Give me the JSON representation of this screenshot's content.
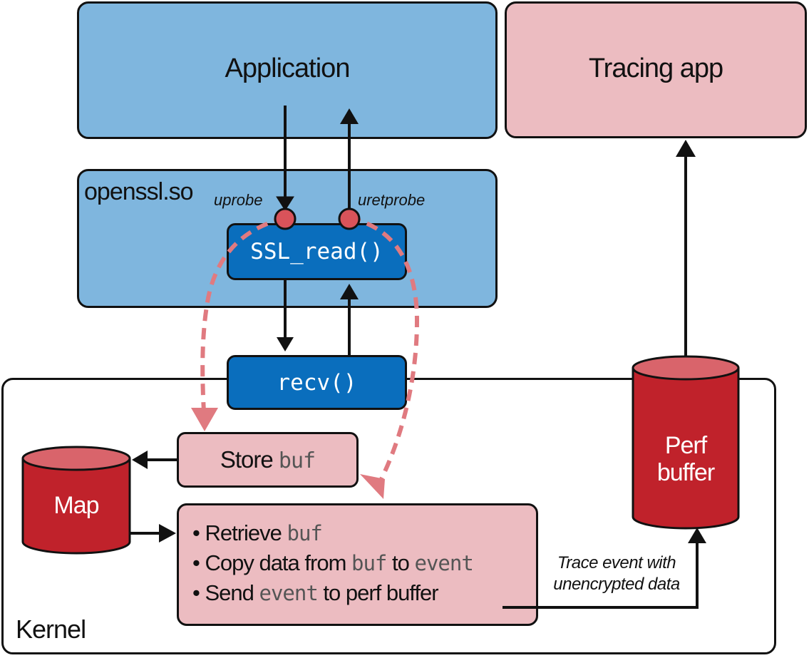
{
  "diagram": {
    "application": {
      "label": "Application"
    },
    "tracing_app": {
      "label": "Tracing app"
    },
    "openssl": {
      "label": "openssl.so"
    },
    "probes": {
      "uprobe": "uprobe",
      "uretprobe": "uretprobe"
    },
    "ssl_read": {
      "label": "SSL_read()"
    },
    "recv": {
      "label": "recv()"
    },
    "kernel": {
      "label": "Kernel"
    },
    "map": {
      "label": "Map"
    },
    "perf_buffer": {
      "line1": "Perf",
      "line2": "buffer"
    },
    "store_buf": {
      "text": "Store",
      "code": "buf"
    },
    "steps": [
      {
        "bullet": "•",
        "parts": [
          {
            "t": "Retrieve ",
            "code": false
          },
          {
            "t": "buf",
            "code": true
          }
        ]
      },
      {
        "bullet": "•",
        "parts": [
          {
            "t": "Copy data from ",
            "code": false
          },
          {
            "t": "buf",
            "code": true
          },
          {
            "t": " to ",
            "code": false
          },
          {
            "t": "event",
            "code": true
          }
        ]
      },
      {
        "bullet": "•",
        "parts": [
          {
            "t": "Send ",
            "code": false
          },
          {
            "t": "event",
            "code": true
          },
          {
            "t": " to perf buffer",
            "code": false
          }
        ]
      }
    ],
    "trace_event_label": {
      "line1": "Trace event with",
      "line2": "unencrypted data"
    },
    "colors": {
      "app_blue": "#7fb6de",
      "func_blue": "#0a6ebd",
      "pink": "#ecbcc1",
      "cylinder_red": "#c0222b",
      "cylinder_top": "#d9646b",
      "probe_dot": "#d9535a",
      "dashed_arrow": "#e07a80"
    }
  }
}
